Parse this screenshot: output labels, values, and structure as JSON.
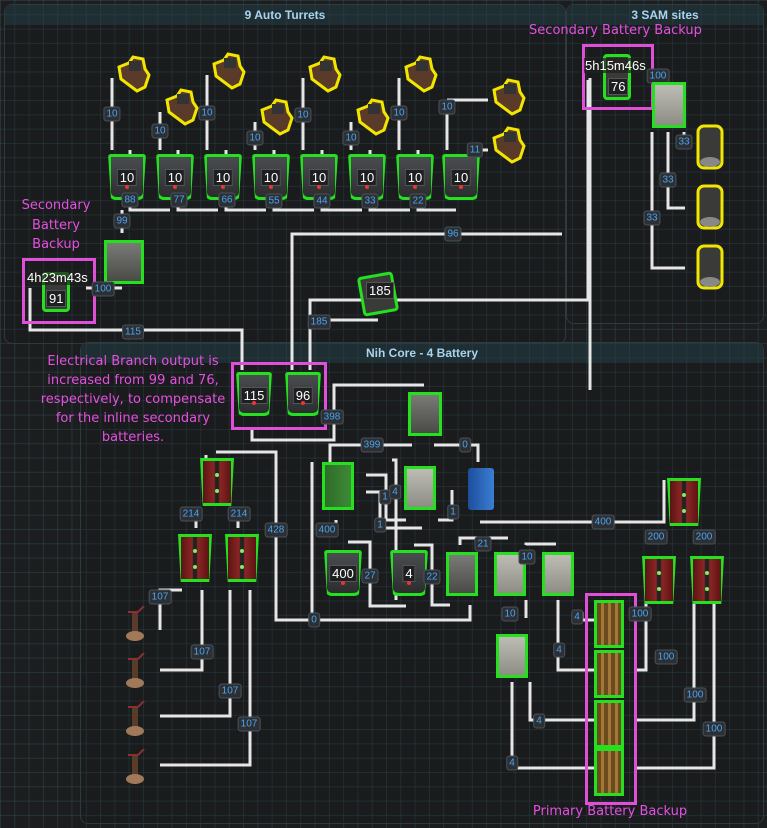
{
  "panels": {
    "turrets": {
      "title": "9 Auto Turrets"
    },
    "sams": {
      "title": "3 SAM sites"
    },
    "core": {
      "title": "Nih Core - 4 Battery"
    }
  },
  "annotations": {
    "secondary_right": "Secondary Battery Backup",
    "secondary_left_1": "Secondary",
    "secondary_left_2": "Battery",
    "secondary_left_3": "Backup",
    "note_1": "Electrical Branch output is",
    "note_2": "increased from 99 and 76,",
    "note_3": "respectively, to compensate",
    "note_4": "for the inline secondary",
    "note_5": "batteries.",
    "primary": "Primary Battery Backup"
  },
  "turret_branches": [
    {
      "value": "10",
      "pass": "88"
    },
    {
      "value": "10",
      "pass": "77"
    },
    {
      "value": "10",
      "pass": "66"
    },
    {
      "value": "10",
      "pass": "55"
    },
    {
      "value": "10",
      "pass": "44"
    },
    {
      "value": "10",
      "pass": "33"
    },
    {
      "value": "10",
      "pass": "22"
    },
    {
      "value": "10",
      "pass": ""
    }
  ],
  "turret_wire_labels": [
    "10",
    "10",
    "10",
    "10",
    "10",
    "10",
    "10",
    "10",
    "11"
  ],
  "secondary_left": {
    "timer": "4h23m43s",
    "charge": "91",
    "in": "99",
    "out": "100",
    "feed": "115"
  },
  "secondary_right": {
    "timer": "5h15m46s",
    "charge": "76",
    "out": "100"
  },
  "sam_wire_labels": [
    "33",
    "33",
    "33"
  ],
  "small_battery": {
    "charge": "185",
    "feed": "185"
  },
  "main_branches": {
    "a": "115",
    "b": "96"
  },
  "long_feed": "96",
  "core_labels": {
    "l398": "398",
    "l399": "399",
    "l0a": "0",
    "l1a": "1",
    "l4": "4",
    "l1b": "1",
    "l1c": "1",
    "l400a": "400",
    "b400": "400",
    "l27": "27",
    "b4": "4",
    "l22": "22",
    "l21": "21",
    "l10a": "10",
    "l10b": "10",
    "l0b": "0",
    "l428": "428",
    "l400b": "400",
    "l214a": "214",
    "l214b": "214",
    "l200a": "200",
    "l200b": "200",
    "l107a": "107",
    "l107b": "107",
    "l107c": "107",
    "l107d": "107",
    "l4a": "4",
    "l4b": "4",
    "l4c": "4",
    "l4d": "4",
    "l100a": "100",
    "l100b": "100",
    "l100c": "100",
    "l100d": "100"
  },
  "colors": {
    "accent_green": "#25e01f",
    "highlight_magenta": "#e04fd8",
    "turret_outline": "#f2e600",
    "wire": "#e6e6e6",
    "port": "#4eb0ef",
    "label_text": "#4aa3ef"
  }
}
